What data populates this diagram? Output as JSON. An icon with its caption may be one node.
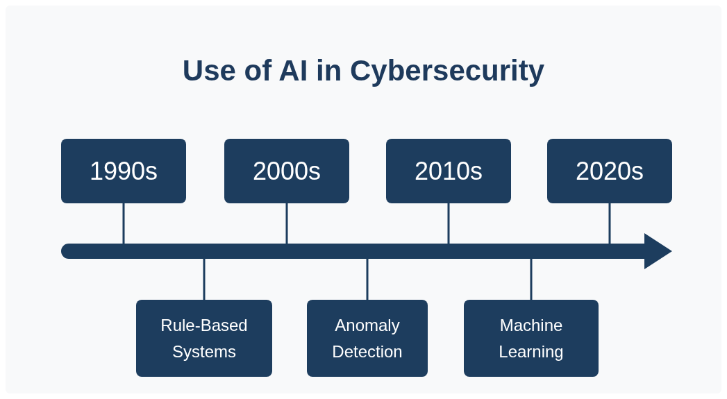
{
  "diagram": {
    "title": "Use of AI in Cybersecurity",
    "nodes": [
      {
        "text": [
          "1990s"
        ]
      },
      {
        "text": [
          "2000s"
        ]
      },
      {
        "text": [
          "2010s"
        ]
      },
      {
        "text": [
          "2020s"
        ]
      },
      {
        "text": [],
        "shape": "arrow"
      },
      {
        "text": [
          "Rule-Based Systems"
        ]
      },
      {
        "text": [
          "Anomaly Detection"
        ]
      },
      {
        "text": [
          "Machine Learning"
        ]
      }
    ],
    "edges": [
      {
        "from": 0,
        "to": 4,
        "arrow": "none"
      },
      {
        "from": 1,
        "to": 4,
        "arrow": "none"
      },
      {
        "from": 2,
        "to": 4,
        "arrow": "none"
      },
      {
        "from": 3,
        "to": 4,
        "arrow": "none"
      },
      {
        "from": 5,
        "to": 4,
        "arrow": "none"
      },
      {
        "from": 6,
        "to": 4,
        "arrow": "none"
      },
      {
        "from": 7,
        "to": 4,
        "arrow": "none"
      }
    ]
  }
}
